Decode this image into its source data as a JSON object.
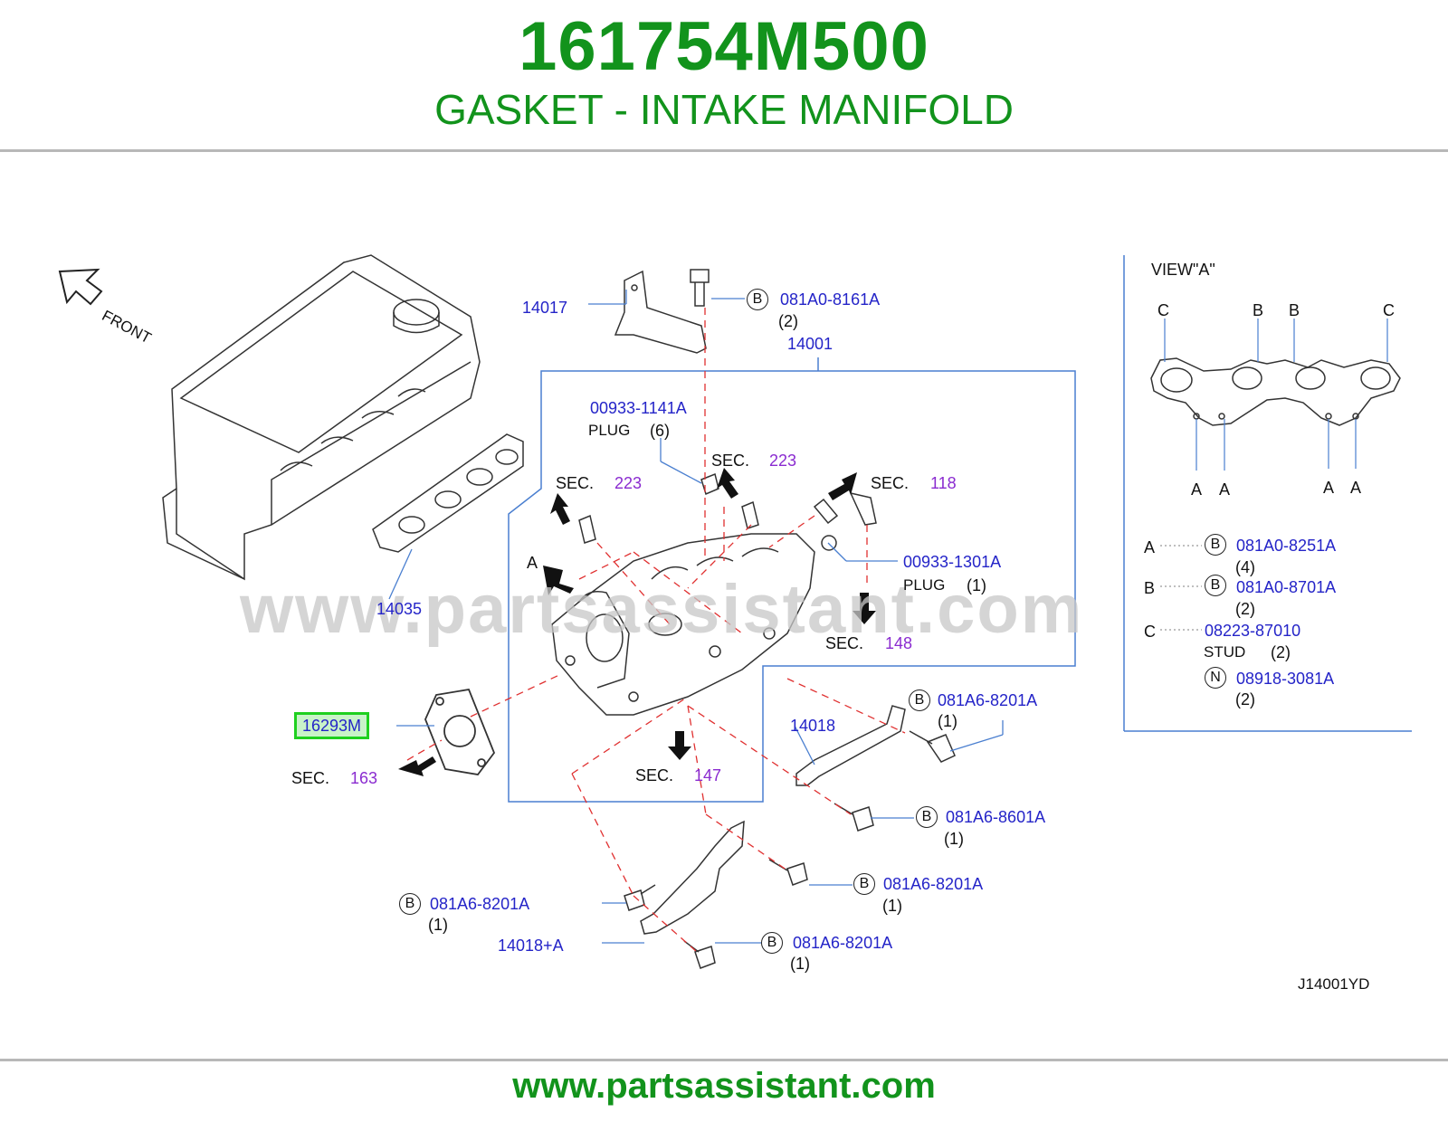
{
  "header": {
    "part_number": "161754M500",
    "part_name": "GASKET - INTAKE MANIFOLD"
  },
  "footer": {
    "url": "www.partsassistant.com"
  },
  "watermark": "www.partsassistant.com",
  "diagram": {
    "code": "J14001YD",
    "front_label": "FRONT",
    "callouts": {
      "p14017": "14017",
      "p14001": "14001",
      "p14035": "14035",
      "p14018": "14018",
      "p14018a": "14018+A",
      "highlight": "16293M",
      "bolt1": {
        "marker": "B",
        "part": "081A0-8161A",
        "qty": "(2)"
      },
      "plug1": {
        "part": "00933-1141A",
        "desc": "PLUG",
        "qty": "(6)"
      },
      "plug2": {
        "part": "00933-1301A",
        "desc": "PLUG",
        "qty": "(1)"
      },
      "bolt_r1": {
        "marker": "B",
        "part": "081A6-8201A",
        "qty": "(1)"
      },
      "bolt_r2": {
        "marker": "B",
        "part": "081A6-8601A",
        "qty": "(1)"
      },
      "bolt_r3": {
        "marker": "B",
        "part": "081A6-8201A",
        "qty": "(1)"
      },
      "bolt_l1": {
        "marker": "B",
        "part": "081A6-8201A",
        "qty": "(1)"
      },
      "bolt_l2": {
        "marker": "B",
        "part": "081A6-8201A",
        "qty": "(1)"
      }
    },
    "sections": [
      {
        "prefix": "SEC.",
        "num": "223"
      },
      {
        "prefix": "SEC.",
        "num": "223"
      },
      {
        "prefix": "SEC.",
        "num": "118"
      },
      {
        "prefix": "SEC.",
        "num": "148"
      },
      {
        "prefix": "SEC.",
        "num": "147"
      },
      {
        "prefix": "SEC.",
        "num": "163"
      }
    ],
    "arrow_a": "A",
    "view_a": {
      "title": "VIEW\"A\"",
      "top_letters": [
        "C",
        "B",
        "B",
        "C"
      ],
      "bottom_letters": [
        "A",
        "A",
        "A",
        "A"
      ],
      "legend": [
        {
          "key": "A",
          "marker": "B",
          "part": "081A0-8251A",
          "qty": "(4)"
        },
        {
          "key": "B",
          "marker": "B",
          "part": "081A0-8701A",
          "qty": "(2)"
        },
        {
          "key": "C",
          "part": "08223-87010",
          "desc": "STUD",
          "qty": "(2)"
        },
        {
          "marker": "N",
          "part": "08918-3081A",
          "qty": "(2)"
        }
      ]
    }
  },
  "colors": {
    "brand_green": "#12931c",
    "callout_blue": "#2424c8",
    "section_purple": "#8a2bd0",
    "highlight_border": "#1fd01f",
    "leader_red": "#e03030"
  }
}
